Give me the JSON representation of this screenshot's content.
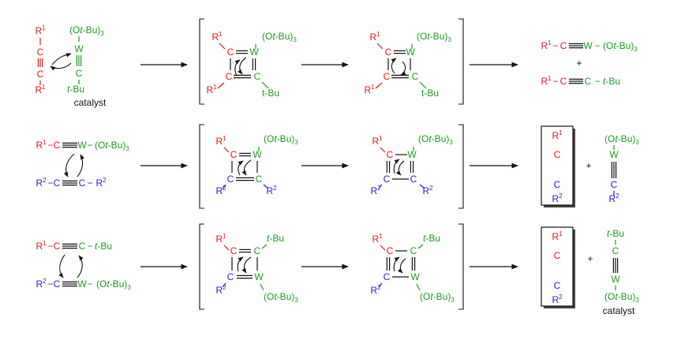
{
  "colors": {
    "red": "#e8191b",
    "green": "#1f9a1f",
    "blue": "#1f1fd6",
    "black": "#111111"
  },
  "labels": {
    "catalyst": "catalyst",
    "plus": "+",
    "R": "R",
    "C": "C",
    "W": "W",
    "sup1": "1",
    "sup2": "2",
    "dash": "−",
    "otbu_open": "(O",
    "otbu_t": "t",
    "otbu_close": "-Bu)",
    "sub3": "3",
    "tbu_t": "t",
    "tbu_bu": "-Bu",
    "tbu_plain": "t-Bu"
  }
}
